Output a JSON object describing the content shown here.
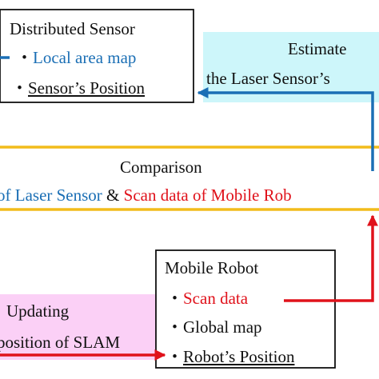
{
  "colors": {
    "blue": "#1b6fb5",
    "red": "#e0121b",
    "gold": "#f2bc1b",
    "cyan_fill": "#cdf6fa",
    "pink_fill": "#fbd0f6",
    "text": "#111111"
  },
  "distributed_sensor": {
    "title": "Distributed Sensor",
    "bullet": "・",
    "item1": "Local area map",
    "item2": "Sensor’s Position"
  },
  "estimate": {
    "line1": "Estimate",
    "line2": "the Laser Sensor’s"
  },
  "comparison": {
    "title": "Comparison",
    "left": "of Laser Sensor",
    "amp": "&",
    "right": "Scan data of Mobile Rob"
  },
  "mobile_robot": {
    "title": "Mobile Robot",
    "bullet": "・",
    "item1": "Scan data",
    "item2": "Global map",
    "item3": "Robot’s Position"
  },
  "updating": {
    "line1": "Updating",
    "line2": "position of SLAM"
  }
}
